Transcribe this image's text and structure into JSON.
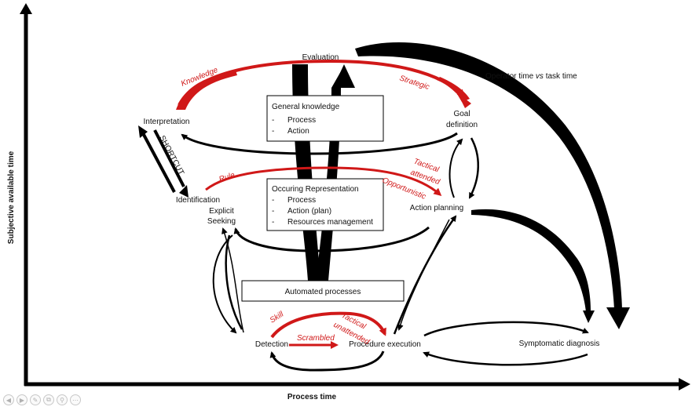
{
  "axes": {
    "y_title": "Subjective available time",
    "x_title": "Process time"
  },
  "nodes": {
    "evaluation": "Evaluation",
    "interpretation": "Interpretation",
    "goal_definition_line1": "Goal",
    "goal_definition_line2": "definition",
    "identification": "Identification",
    "explicit_seeking_line1": "Explicit",
    "explicit_seeking_line2": "Seeking",
    "action_planning": "Action planning",
    "detection": "Detection",
    "procedure_execution": "Procedure execution",
    "symptomatic_diagnosis": "Symptomatic diagnosis"
  },
  "red_labels": {
    "knowledge": "Knowledge",
    "strategic": "Strategic",
    "rule": "Rule",
    "tactical_attended_line1": "Tactical",
    "tactical_attended_line2": "attended",
    "opportunistic": "Opportunistic",
    "skill": "Skill",
    "tactical_unattended_line1": "Tactical",
    "tactical_unattended_line2": "unattended",
    "scrambled": "Scrambled"
  },
  "shortcut_label": "SHORTCUT",
  "operator_time_label": {
    "pre": "Operator time ",
    "italic": "vs",
    "post": " task time"
  },
  "boxes": {
    "general_knowledge": {
      "title": "General knowledge",
      "items": [
        "Process",
        "Action"
      ]
    },
    "occurring_representation": {
      "title": "Occuring Representation",
      "items": [
        "Process",
        "Action (plan)",
        "Resources management"
      ]
    },
    "automated_processes": {
      "title": "Automated processes"
    }
  },
  "colors": {
    "red": "#d01818",
    "black": "#000000"
  },
  "toolbar_icons": [
    "back-icon",
    "forward-icon",
    "pen-icon",
    "copy-icon",
    "zoom-icon",
    "more-icon"
  ]
}
